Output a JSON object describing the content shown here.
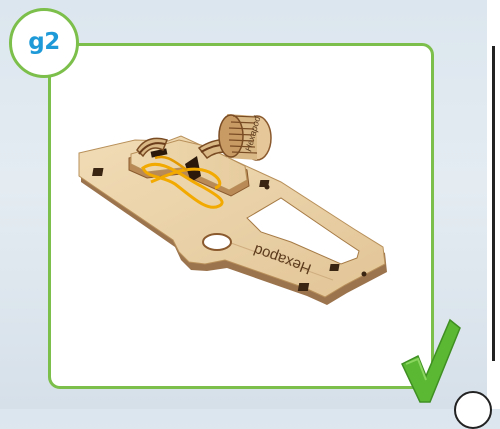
{
  "step_badge": {
    "label": "g2"
  },
  "model": {
    "engraved_label": "Hexapod",
    "knob_label": "Hexapod"
  },
  "status": {
    "icon": "checkmark-icon",
    "color": "#5bb833"
  },
  "colors": {
    "frame_green": "#7cbf4a",
    "badge_blue": "#1f9ad8",
    "wood": "#e8cfa4",
    "rubber_band": "#f2a900"
  }
}
